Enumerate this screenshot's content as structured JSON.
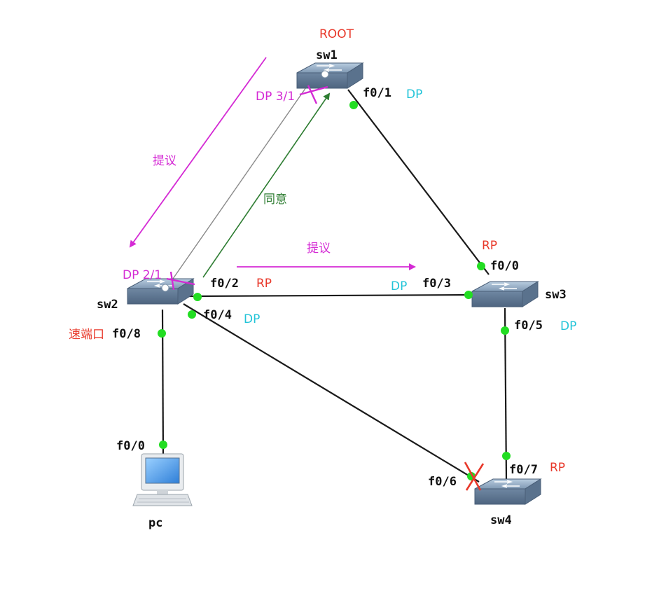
{
  "colors": {
    "link": "#1a1a1a",
    "port_dot": "#22dd22",
    "red": "#e8382a",
    "cyan": "#22c4d8",
    "magenta": "#d42ad4",
    "green": "#2e7d32",
    "gray_line": "#8a8a8a",
    "switch_body": "#8fa6bf"
  },
  "devices": {
    "sw1": {
      "name": "sw1",
      "icon": "switch-icon"
    },
    "sw2": {
      "name": "sw2",
      "icon": "switch-icon"
    },
    "sw3": {
      "name": "sw3",
      "icon": "switch-icon"
    },
    "sw4": {
      "name": "sw4",
      "icon": "switch-icon"
    },
    "pc": {
      "name": "pc",
      "icon": "pc-icon"
    }
  },
  "ports": {
    "sw1_f01": "f0/1",
    "sw2_f02": "f0/2",
    "sw2_f04": "f0/4",
    "sw2_f08": "f0/8",
    "sw3_f03": "f0/3",
    "sw3_f00": "f0/0",
    "sw3_f05": "f0/5",
    "sw4_f06": "f0/6",
    "sw4_f07": "f0/7",
    "pc_f00": "f0/0"
  },
  "roles": {
    "root": "ROOT",
    "sw1_f01": "DP",
    "sw1_sw2_side": "DP 3/1",
    "sw2_sw1_side": "DP 2/1",
    "sw2_f02": "RP",
    "sw2_f04": "DP",
    "sw2_f08": "速端口",
    "sw3_f03": "DP",
    "sw3_f00": "RP",
    "sw3_f05": "DP",
    "sw4_f07": "RP"
  },
  "annotations": {
    "proposal_left": "提议",
    "agreement": "同意",
    "proposal_right": "提议"
  }
}
